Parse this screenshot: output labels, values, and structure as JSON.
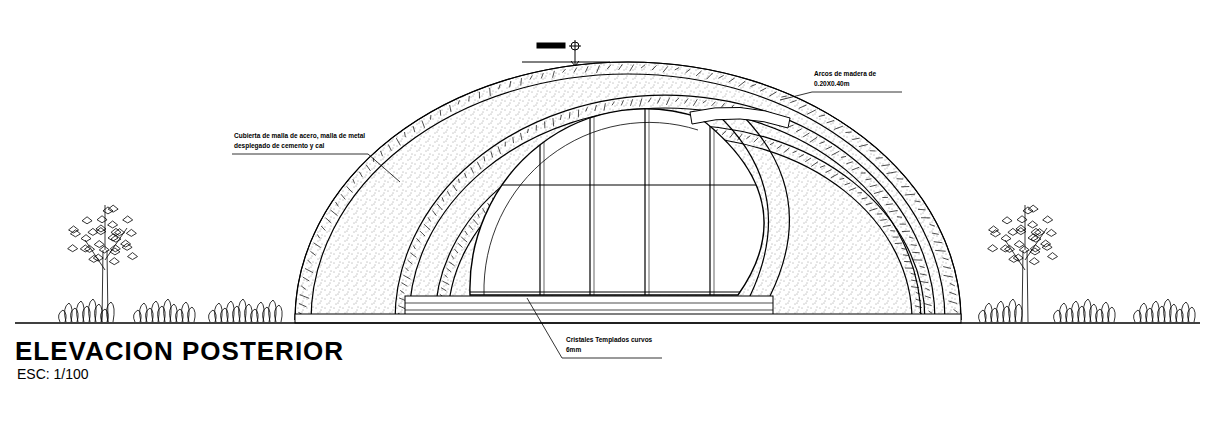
{
  "diagram": {
    "title": "ELEVACION POSTERIOR",
    "caption": "ESC: 1/100",
    "labels": [
      "Cubierta de malla de acero, malla de metal desplegado de cemento y cal",
      "Arcos de madera de 0.20X0.40m",
      "Cristales Templados curvos 6mm"
    ]
  }
}
